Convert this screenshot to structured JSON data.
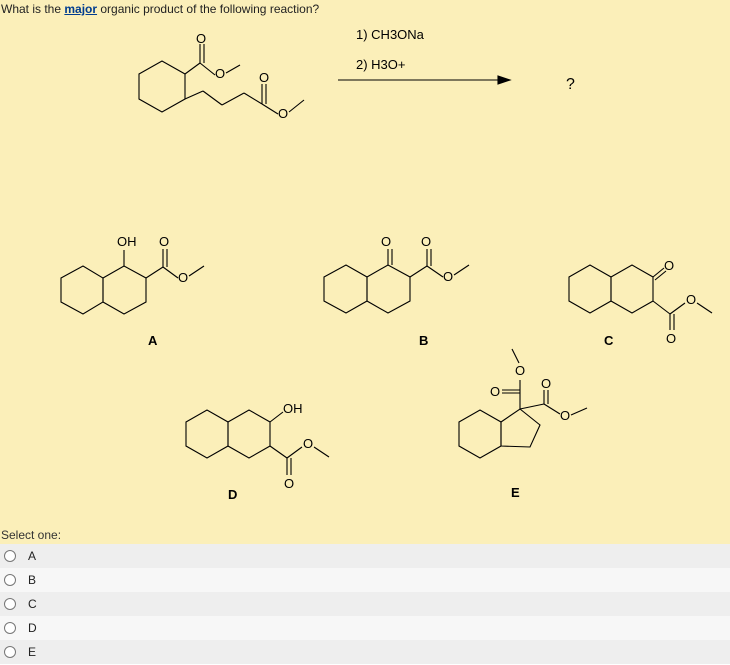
{
  "question": {
    "prefix": "What is the ",
    "highlight": "major",
    "suffix": " organic product of the following reaction?"
  },
  "reaction": {
    "step1": "1) CH3ONa",
    "step2": "2) H3O+",
    "product": "?"
  },
  "atoms": {
    "O": "O",
    "OH": "OH"
  },
  "choices_labels": [
    "A",
    "B",
    "C",
    "D",
    "E"
  ],
  "answers": {
    "prompt": "Select one:",
    "options": [
      {
        "label": "A"
      },
      {
        "label": "B"
      },
      {
        "label": "C"
      },
      {
        "label": "D"
      },
      {
        "label": "E"
      }
    ]
  }
}
